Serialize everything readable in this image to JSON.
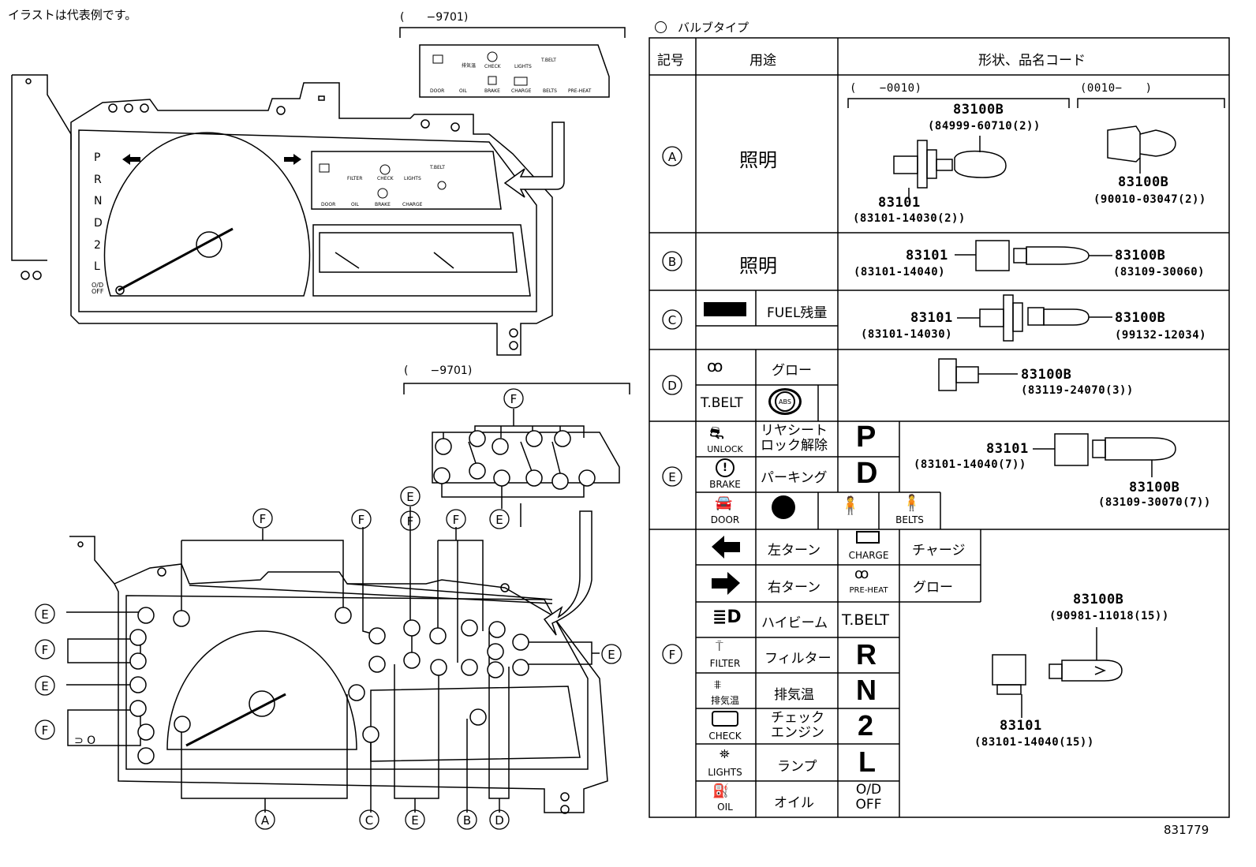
{
  "note": "イラストは代表例です。",
  "doc_code": "831779",
  "diagram": {
    "range_top": "(　　−9701)",
    "range_bottom": "(　　−9701)",
    "shift_letters": [
      "P",
      "R",
      "N",
      "D",
      "2",
      "L",
      "O/D\nOFF"
    ],
    "top_panel_labels": [
      "FILTER",
      "CHECK",
      "LIGHTS",
      "T.BELT",
      "DOOR",
      "OIL",
      "BRAKE",
      "CHARGE"
    ],
    "top_inset_labels": [
      "排気温",
      "CHECK",
      "LIGHTS",
      "T.BELT",
      "DOOR",
      "OIL",
      "BRAKE",
      "CHARGE",
      "BELTS",
      "PRE-HEAT"
    ],
    "callouts": {
      "A": "A",
      "B": "B",
      "C": "C",
      "D": "D",
      "E": "E",
      "F": "F"
    }
  },
  "table": {
    "header_bulb_type": "バルブタイプ",
    "col_symbol": "記号",
    "col_usage": "用途",
    "col_shape": "形状、品名コード",
    "row_a": {
      "symbol": "A",
      "usage": "照明",
      "range_left": "(　　−0010)",
      "range_right": "(0010−　　)",
      "left_bulb": "83100B",
      "left_bulb_code": "(84999-60710(2))",
      "left_socket": "83101",
      "left_socket_code": "(83101-14030(2))",
      "right_bulb": "83100B",
      "right_bulb_code": "(90010-03047(2))"
    },
    "row_b": {
      "symbol": "B",
      "usage": "照明",
      "socket": "83101",
      "socket_code": "(83101-14040)",
      "bulb": "83100B",
      "bulb_code": "(83109-30060)"
    },
    "row_c": {
      "symbol": "C",
      "usage": "FUEL残量",
      "socket": "83101",
      "socket_code": "(83101-14030)",
      "bulb": "83100B",
      "bulb_code": "(99132-12034)"
    },
    "row_d": {
      "symbol": "D",
      "glow": "グロー",
      "tbelt": "T.BELT",
      "abs": "ABS",
      "bulb": "83100B",
      "bulb_code": "(83119-24070(3))"
    },
    "row_e": {
      "symbol": "E",
      "unlock_label": "UNLOCK",
      "unlock_text": "リヤシート\nロック解除",
      "brake_label": "BRAKE",
      "brake_text": "パーキング",
      "door_label": "DOOR",
      "belts_label": "BELTS",
      "p": "P",
      "d": "D",
      "socket": "83101",
      "socket_code": "(83101-14040(7))",
      "bulb": "83100B",
      "bulb_code": "(83109-30070(7))"
    },
    "row_f": {
      "symbol": "F",
      "items": [
        {
          "label": "左ターン"
        },
        {
          "label": "右ターン"
        },
        {
          "label": "ハイビーム"
        },
        {
          "icon": "FILTER",
          "label": "フィルター"
        },
        {
          "icon": "排気温",
          "label": "排気温"
        },
        {
          "icon": "CHECK",
          "label": "チェック\nエンジン"
        },
        {
          "icon": "LIGHTS",
          "label": "ランプ"
        },
        {
          "icon": "OIL",
          "label": "オイル"
        }
      ],
      "charge_icon": "CHARGE",
      "charge_text": "チャージ",
      "preheat_icon": "PRE-HEAT",
      "glow_text": "グロー",
      "tbelt": "T.BELT",
      "letters": [
        "R",
        "N",
        "2",
        "L"
      ],
      "od_off": "O/D\nOFF",
      "bulb": "83100B",
      "bulb_code": "(90981-11018(15))",
      "socket": "83101",
      "socket_code": "(83101-14040(15))"
    }
  }
}
